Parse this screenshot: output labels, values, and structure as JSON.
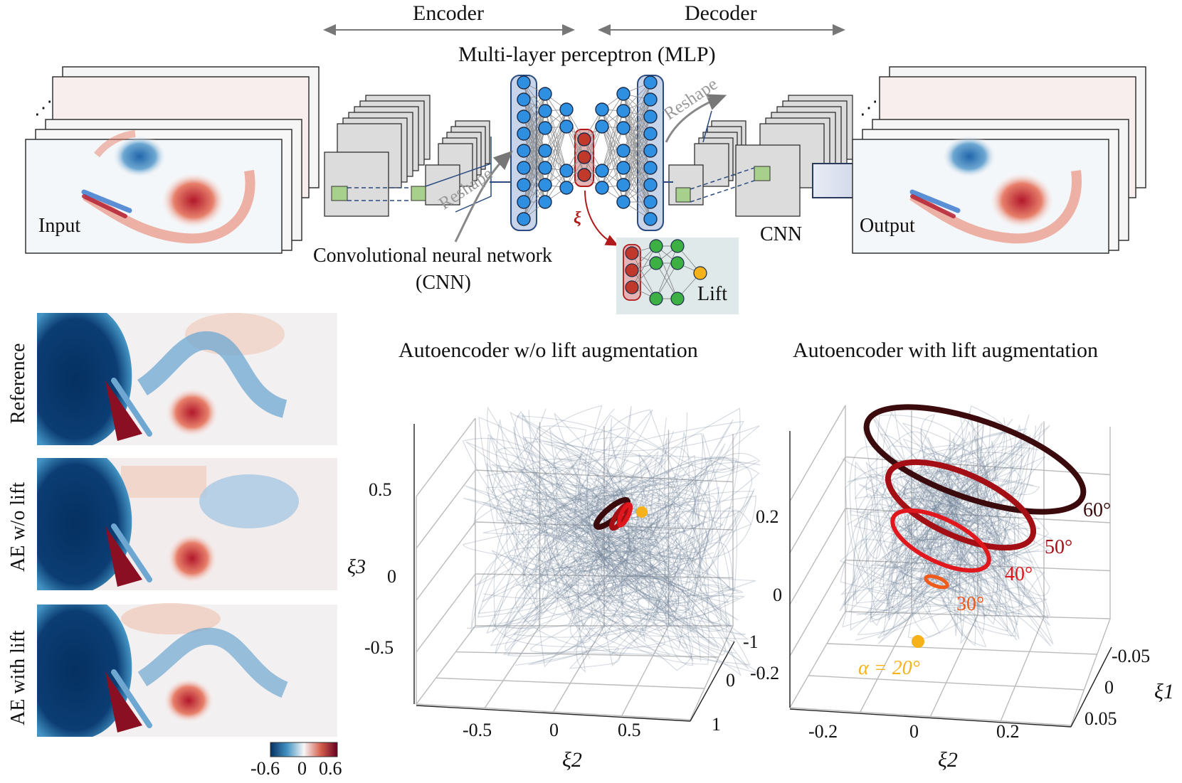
{
  "header": {
    "encoder_label": "Encoder",
    "decoder_label": "Decoder",
    "mlp_label": "Multi-layer perceptron (MLP)"
  },
  "pipeline": {
    "input_label": "Input",
    "output_label": "Output",
    "cnn_label_line1": "Convolutional neural network",
    "cnn_label_line2": "(CNN)",
    "cnn_short": "CNN",
    "reshape_left": "Reshape",
    "reshape_right": "Reshape",
    "latent_symbol": "ξ",
    "lift_label": "Lift"
  },
  "fields": {
    "reference_label": "Reference",
    "ae_wo_lift_label": "AE w/o lift",
    "ae_with_lift_label": "AE with lift",
    "colorbar_ticks": [
      "-0.6",
      "0",
      "0.6"
    ]
  },
  "plot_left": {
    "title": "Autoencoder w/o lift augmentation",
    "z_ticks": [
      "0.5",
      "0",
      "-0.5"
    ],
    "z_label": "ξ3",
    "x_ticks": [
      "-0.5",
      "0",
      "0.5"
    ],
    "x_label": "ξ2",
    "y_ticks": [
      "-1",
      "0",
      "1"
    ]
  },
  "plot_right": {
    "title": "Autoencoder with lift augmentation",
    "z_ticks": [
      "0.2",
      "0",
      "-0.2"
    ],
    "x_ticks": [
      "-0.2",
      "0",
      "0.2"
    ],
    "x_label": "ξ2",
    "y_ticks": [
      "-0.05",
      "0",
      "0.05"
    ],
    "y_label": "ξ1",
    "angle_labels": [
      "60°",
      "50°",
      "40°",
      "30°",
      "α = 20°"
    ],
    "colors": {
      "a60": "#3a0a0c",
      "a50": "#a30f14",
      "a40": "#e0171c",
      "a30": "#f05a1a",
      "a20": "#f7b21a"
    }
  }
}
